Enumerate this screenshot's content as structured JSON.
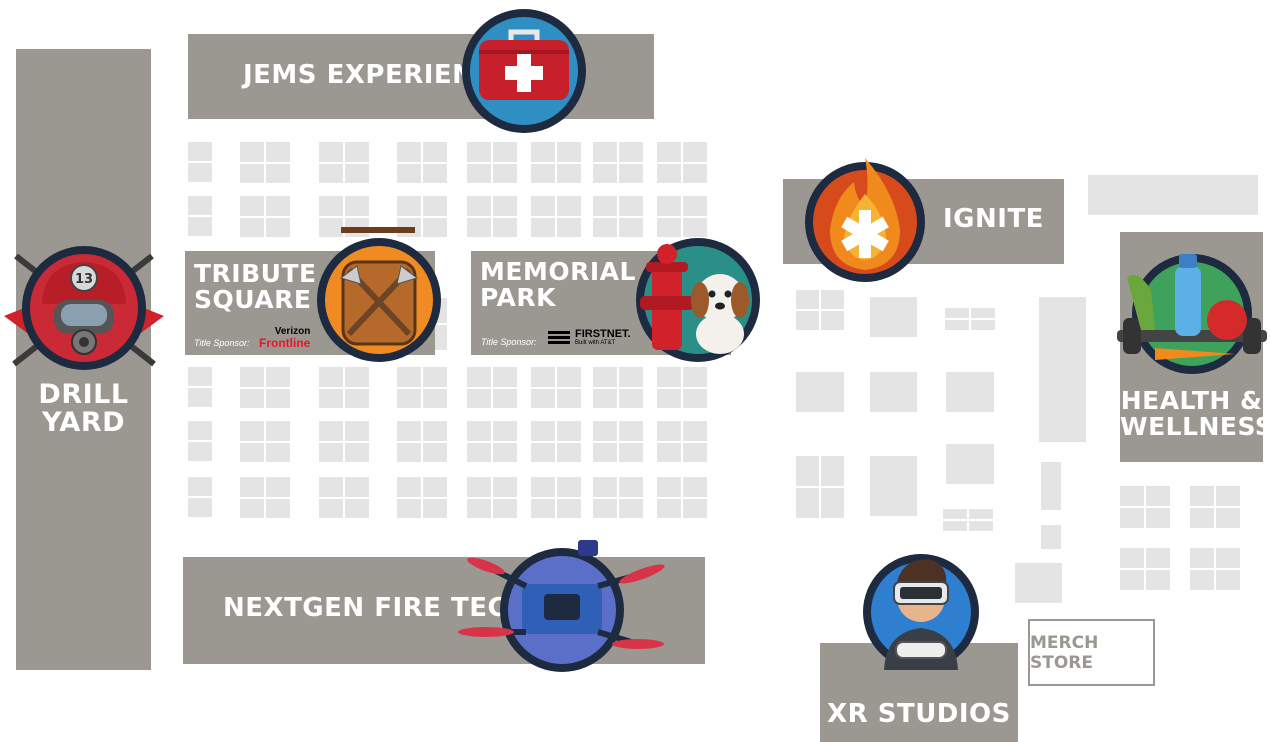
{
  "map": {
    "zones": {
      "drill_yard": {
        "line1": "DRILL",
        "line2": "YARD"
      },
      "jems": {
        "label": "JEMS EXPERIENCE"
      },
      "tribute": {
        "line1": "TRIBUTE",
        "line2": "SQUARE",
        "sponsor_prefix": "Title Sponsor:",
        "sponsor_logo_top": "Verizon",
        "sponsor_logo_bottom": "Frontline"
      },
      "memorial": {
        "line1": "MEMORIAL",
        "line2": "PARK",
        "sponsor_prefix": "Title Sponsor:",
        "sponsor_logo_top": "FIRSTNET.",
        "sponsor_logo_bottom": "Built with AT&T"
      },
      "ignite": {
        "label": "IGNITE"
      },
      "health": {
        "line1": "HEALTH &",
        "line2": "WELLNESS"
      },
      "nextgen": {
        "label": "NEXTGEN FIRE TECH"
      },
      "xr": {
        "label": "XR STUDIOS"
      },
      "merch": {
        "label": "MERCH STORE"
      }
    },
    "badge_icons": {
      "drill_yard": "firefighter-helmet-icon",
      "jems": "first-aid-kit-icon",
      "tribute": "crossed-axes-icon",
      "memorial": "hydrant-and-puppy-icon",
      "ignite": "flame-star-of-life-icon",
      "health": "fitness-food-icon",
      "nextgen": "drone-icon",
      "xr": "vr-gamer-icon"
    },
    "helmet_number": "13",
    "colors": {
      "zone_gray": "#9b9891",
      "booth_gray": "#e4e4e5",
      "badge_navy": "#1d2a3f",
      "accent_red": "#d1212b",
      "accent_orange": "#f08a1d"
    }
  }
}
